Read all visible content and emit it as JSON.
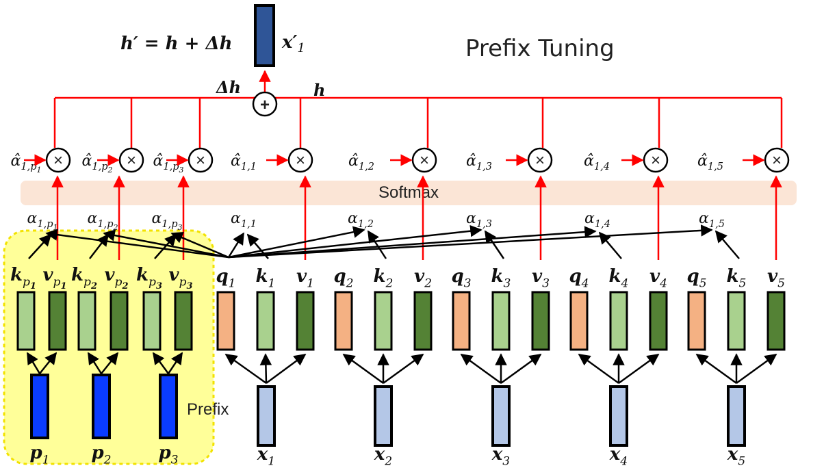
{
  "title": "Prefix Tuning",
  "formula": {
    "lhs": "h′ = h + Δh",
    "output": "x′",
    "output_sub": "1"
  },
  "labels": {
    "delta_h": "Δh",
    "h": "h",
    "plus": "+",
    "softmax": "Softmax",
    "prefix": "Prefix",
    "times": "×"
  },
  "hat_alphas": [
    {
      "base": "α̂",
      "sub": "1,p",
      "subsub": "1"
    },
    {
      "base": "α̂",
      "sub": "1,p",
      "subsub": "2"
    },
    {
      "base": "α̂",
      "sub": "1,p",
      "subsub": "3"
    },
    {
      "base": "α̂",
      "sub": "1,1"
    },
    {
      "base": "α̂",
      "sub": "1,2"
    },
    {
      "base": "α̂",
      "sub": "1,3"
    },
    {
      "base": "α̂",
      "sub": "1,4"
    },
    {
      "base": "α̂",
      "sub": "1,5"
    }
  ],
  "alphas": [
    {
      "base": "α",
      "sub": "1,p",
      "subsub": "1"
    },
    {
      "base": "α",
      "sub": "1,p",
      "subsub": "2"
    },
    {
      "base": "α",
      "sub": "1,p",
      "subsub": "3"
    },
    {
      "base": "α",
      "sub": "1,1"
    },
    {
      "base": "α",
      "sub": "1,2"
    },
    {
      "base": "α",
      "sub": "1,3"
    },
    {
      "base": "α",
      "sub": "1,4"
    },
    {
      "base": "α",
      "sub": "1,5"
    }
  ],
  "prefix_kv": [
    {
      "base": "k",
      "sub": "p",
      "subsub": "1"
    },
    {
      "base": "v",
      "sub": "p",
      "subsub": "1"
    },
    {
      "base": "k",
      "sub": "p",
      "subsub": "2"
    },
    {
      "base": "v",
      "sub": "p",
      "subsub": "2"
    },
    {
      "base": "k",
      "sub": "p",
      "subsub": "3"
    },
    {
      "base": "v",
      "sub": "p",
      "subsub": "3"
    }
  ],
  "qkv": [
    {
      "base": "q",
      "sub": "1"
    },
    {
      "base": "k",
      "sub": "1"
    },
    {
      "base": "v",
      "sub": "1"
    },
    {
      "base": "q",
      "sub": "2"
    },
    {
      "base": "k",
      "sub": "2"
    },
    {
      "base": "v",
      "sub": "2"
    },
    {
      "base": "q",
      "sub": "3"
    },
    {
      "base": "k",
      "sub": "3"
    },
    {
      "base": "v",
      "sub": "3"
    },
    {
      "base": "q",
      "sub": "4"
    },
    {
      "base": "k",
      "sub": "4"
    },
    {
      "base": "v",
      "sub": "4"
    },
    {
      "base": "q",
      "sub": "5"
    },
    {
      "base": "k",
      "sub": "5"
    },
    {
      "base": "v",
      "sub": "5"
    }
  ],
  "prefix_inputs": [
    {
      "base": "p",
      "sub": "1"
    },
    {
      "base": "p",
      "sub": "2"
    },
    {
      "base": "p",
      "sub": "3"
    }
  ],
  "inputs": [
    {
      "base": "x",
      "sub": "1"
    },
    {
      "base": "x",
      "sub": "2"
    },
    {
      "base": "x",
      "sub": "3"
    },
    {
      "base": "x",
      "sub": "4"
    },
    {
      "base": "x",
      "sub": "5"
    }
  ],
  "colors": {
    "query": "#f4b183",
    "key": "#a9d18e",
    "value": "#548235",
    "prefix_input": "#0a3cff",
    "input": "#b4c7e7",
    "output": "#2f5597",
    "prefix_region": "#ffff99",
    "prefix_border": "#f2e200",
    "softmax_band": "#fbe5d6",
    "red_line": "#ff0000"
  }
}
